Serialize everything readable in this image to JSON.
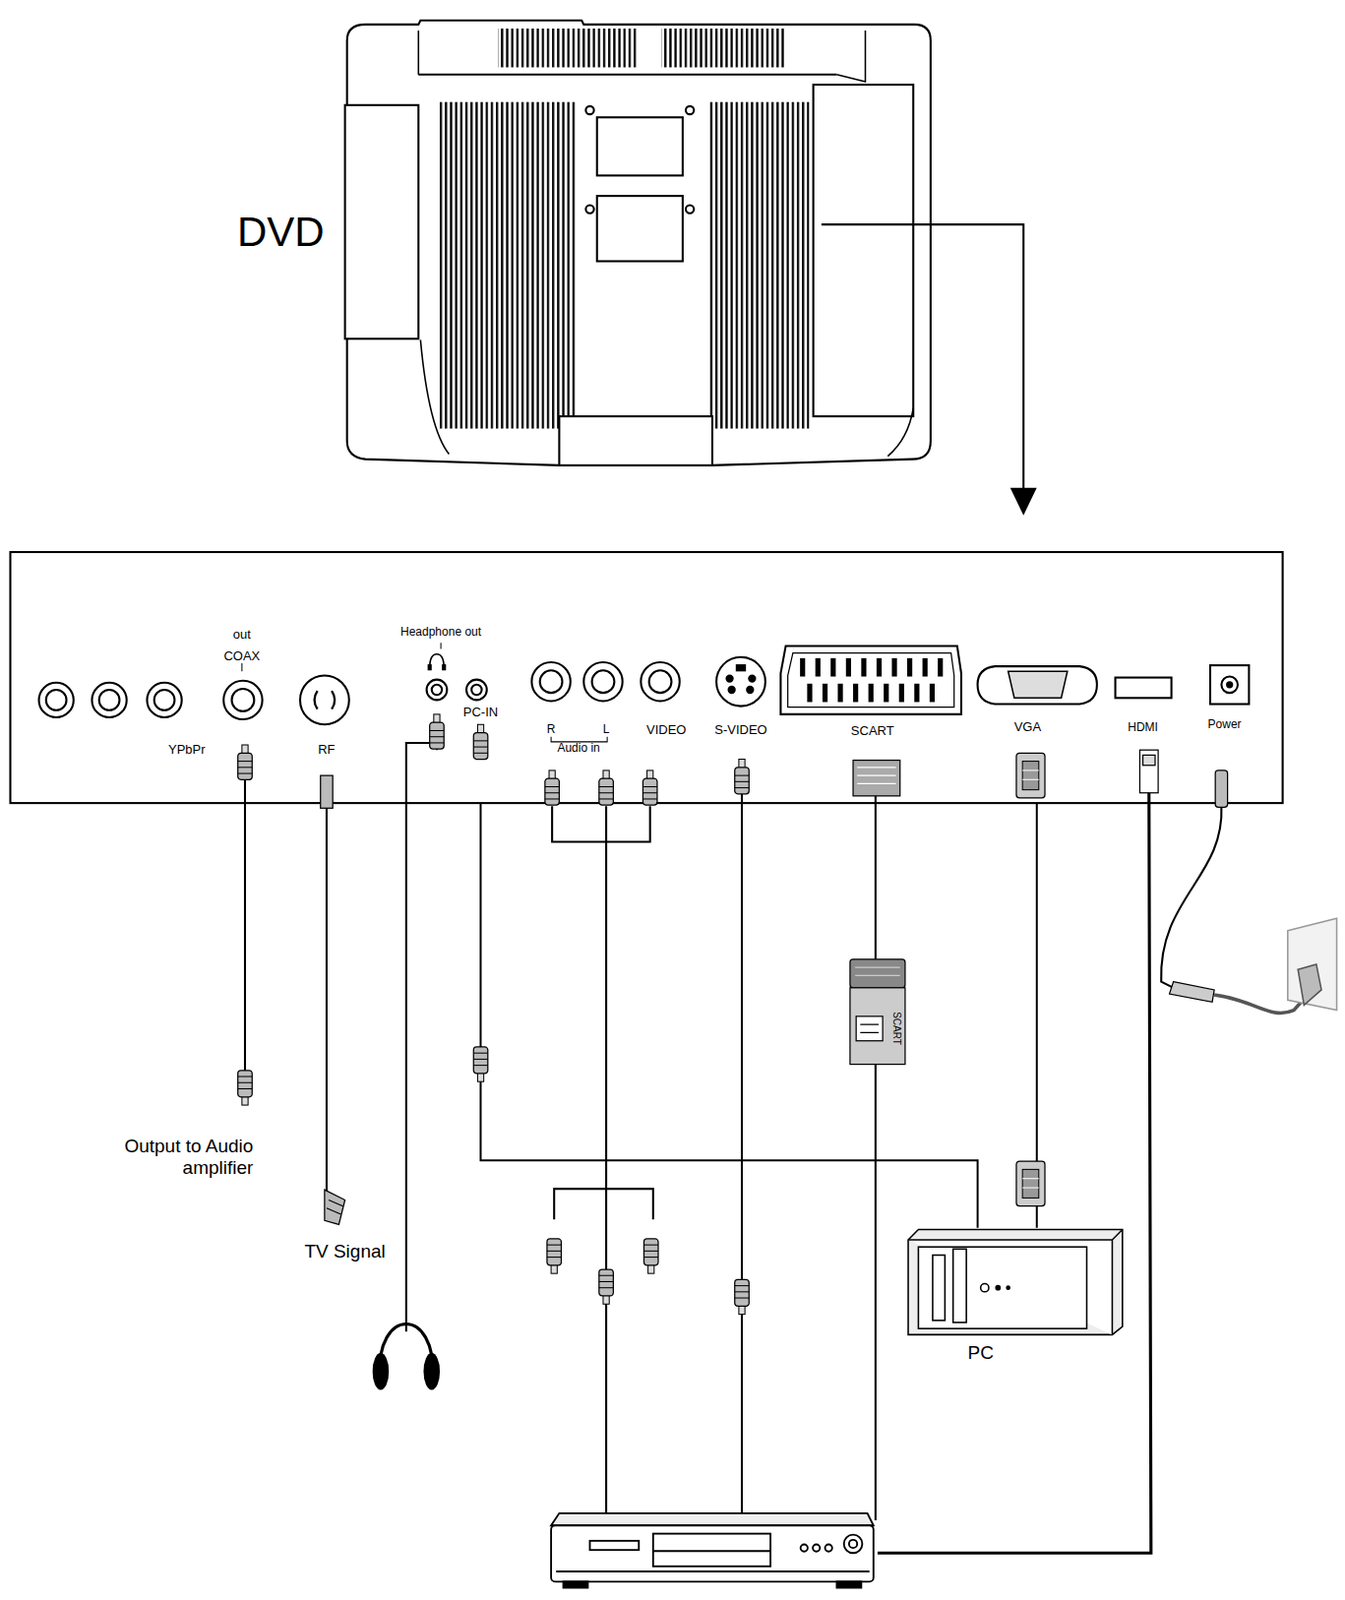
{
  "diagram": {
    "nodes": [
      {
        "text": [
          "YPbPr"
        ]
      },
      {
        "text": [
          "out",
          "COAX"
        ]
      },
      {
        "text": [
          "RF"
        ]
      },
      {
        "text": [
          "Headphone out"
        ]
      },
      {
        "text": [
          "PC-IN"
        ]
      },
      {
        "text": [
          "R",
          "L",
          "Audio in"
        ]
      },
      {
        "text": [
          "VIDEO"
        ]
      },
      {
        "text": [
          "S-VIDEO"
        ]
      },
      {
        "text": [
          "SCART"
        ]
      },
      {
        "text": [
          "VGA"
        ]
      },
      {
        "text": [
          "HDMI"
        ]
      },
      {
        "text": [
          "Power"
        ]
      },
      {
        "text": [
          "PC"
        ]
      }
    ],
    "edges": [
      {
        "from": 12,
        "to": 9,
        "arrow": "none"
      },
      {
        "from": 12,
        "to": 4,
        "arrow": "none"
      }
    ],
    "labels": [
      "DVD",
      "SCART",
      "Output to Audio amplifier",
      "TV Signal"
    ]
  }
}
